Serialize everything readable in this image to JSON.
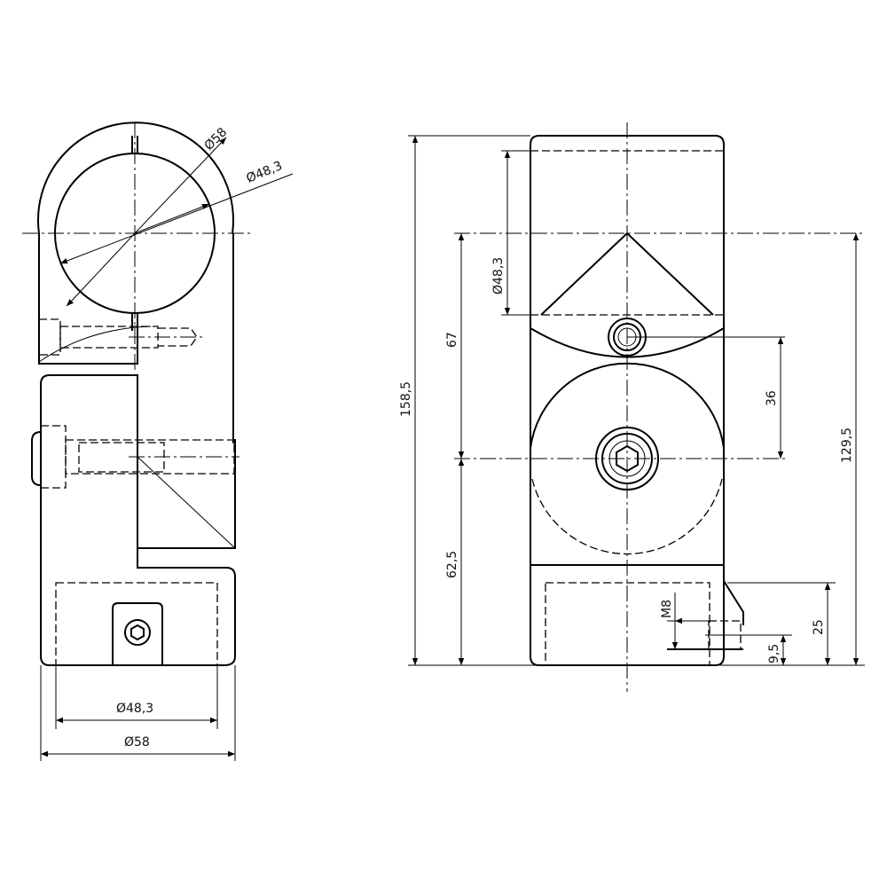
{
  "drawing": {
    "side_view": {
      "dimensions": {
        "outer_diameter_diag": "Ø58",
        "inner_diameter_diag": "Ø48,3",
        "inner_diameter_bottom": "Ø48,3",
        "outer_diameter_bottom": "Ø58"
      }
    },
    "front_view": {
      "dimensions": {
        "total_height": "158,5",
        "upper_height": "67",
        "lower_height": "62,5",
        "tube_diameter": "Ø48,3",
        "bolt_offset": "36",
        "overall_axis_height": "129,5",
        "thread": "M8",
        "base_height": "25",
        "thread_height": "9,5"
      }
    }
  }
}
